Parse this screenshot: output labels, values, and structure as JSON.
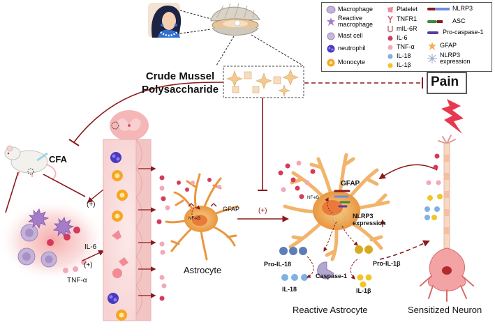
{
  "title": "Crude Mussel\nPolysaccharide",
  "pain": "Pain",
  "cfa": "CFA",
  "il6": "IL-6",
  "tnfa": "TNF-α",
  "plus": "(+)",
  "gfap": "GFAP",
  "astrocyte": "Astrocyte",
  "nlrp3_expression": "NLRP3\nexpression",
  "pro_il18": "Pro-IL-18",
  "pro_il1b": "Pro-IL-1β",
  "caspase1": "Caspase-1",
  "il18": "IL-18",
  "il1b": "IL-1β",
  "reactive_astrocyte": "Reactive Astrocyte",
  "sensitized_neuron": "Sensitized Neuron",
  "nfkb": "NF-κB",
  "legend": {
    "col1": [
      "Macrophage",
      "Reactive\nmacrophage",
      "Mast cell",
      "neutrophil",
      "Monocyte"
    ],
    "col2": [
      "Platelet",
      "TNFR1",
      "mIL-6R",
      "IL-6",
      "TNF-α",
      "IL-18",
      "IL-1β"
    ],
    "col3": [
      "NLRP3",
      "ASC",
      "Pro-caspase-1",
      "GFAP",
      "NLRP3\nexpression"
    ]
  },
  "colors": {
    "arrow": "#8b1a1a",
    "il6": "#d63a5a",
    "tnfa": "#f2a8b8",
    "il18": "#7fb0e6",
    "il1b": "#f0c52a",
    "astro": "#f2b46a",
    "macrophage": "#b58fc7",
    "neutrophil": "#4a3ac0",
    "monocyte": "#f6a623",
    "lightning": "#e8384f"
  }
}
